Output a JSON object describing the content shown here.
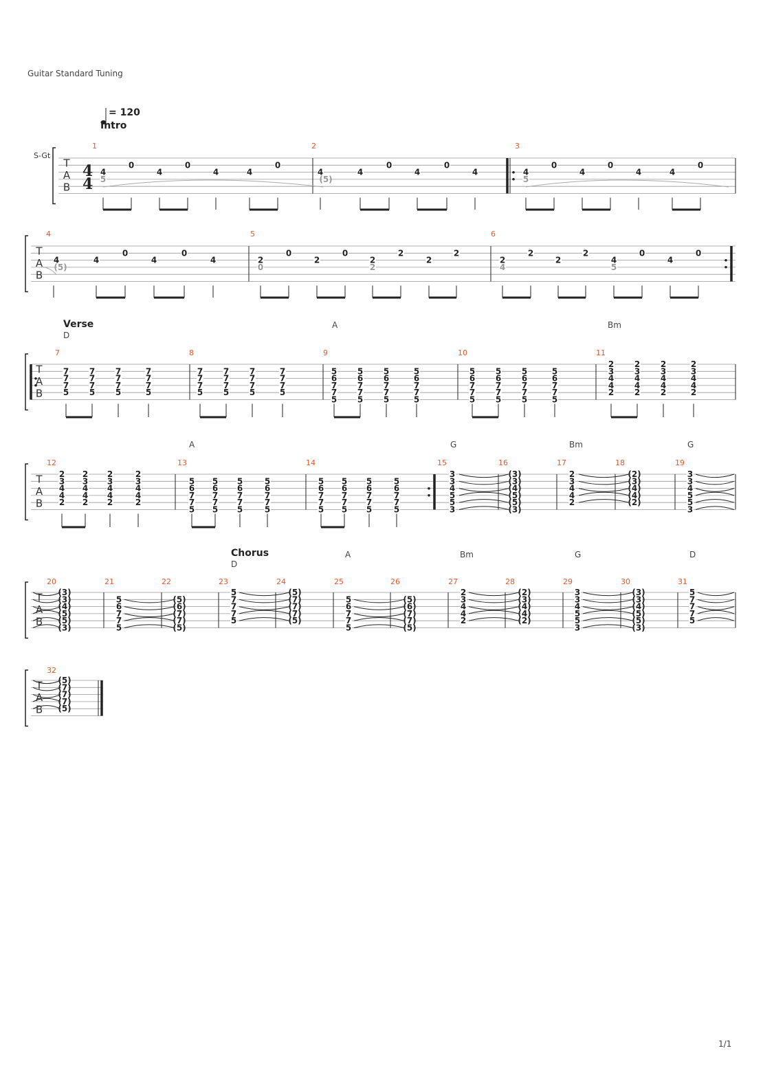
{
  "header": {
    "tuning": "Guitar Standard Tuning",
    "tempo": "= 120",
    "instrument": "S-Gt",
    "time_signature": "4/4"
  },
  "sections": {
    "intro": "Intro",
    "verse": "Verse",
    "chorus": "Chorus"
  },
  "chords": [
    {
      "id": "v-d",
      "text": "D"
    },
    {
      "id": "v-a",
      "text": "A"
    },
    {
      "id": "v-bm",
      "text": "Bm"
    },
    {
      "id": "r4-a",
      "text": "A"
    },
    {
      "id": "r4-g",
      "text": "G"
    },
    {
      "id": "r4-bm",
      "text": "Bm"
    },
    {
      "id": "r4-g2",
      "text": "G"
    },
    {
      "id": "c-d",
      "text": "D"
    },
    {
      "id": "c-a",
      "text": "A"
    },
    {
      "id": "c-bm",
      "text": "Bm"
    },
    {
      "id": "c-g",
      "text": "G"
    },
    {
      "id": "c-d2",
      "text": "D"
    }
  ],
  "measures": [
    "1",
    "2",
    "3",
    "4",
    "5",
    "6",
    "7",
    "8",
    "9",
    "10",
    "11",
    "12",
    "13",
    "14",
    "15",
    "16",
    "17",
    "18",
    "19",
    "20",
    "21",
    "22",
    "23",
    "24",
    "25",
    "26",
    "27",
    "28",
    "29",
    "30",
    "31",
    "32"
  ],
  "footer": {
    "page": "1/1"
  },
  "tab": {
    "chords": {
      "D": [
        "7",
        "7",
        "7",
        "5"
      ],
      "A": [
        "5",
        "6",
        "7",
        "7",
        "5"
      ],
      "Bm": [
        "2",
        "3",
        "4",
        "4",
        "2"
      ],
      "G": [
        "3",
        "3",
        "4",
        "5",
        "5",
        "3"
      ],
      "A2": [
        "5",
        "6",
        "7",
        "7",
        "5"
      ],
      "Dch": [
        "5",
        "7",
        "7",
        "7",
        "5"
      ]
    }
  }
}
